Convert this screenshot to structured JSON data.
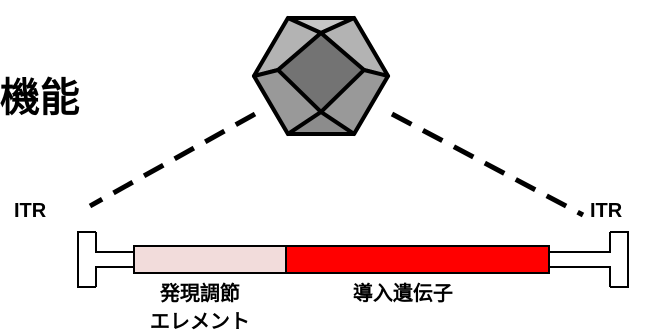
{
  "title": "機能",
  "itr_left": "ITR",
  "itr_right": "ITR",
  "regulatory_label_line1": "発現調節",
  "regulatory_label_line2": "エレメント",
  "transgene_label": "導入遺伝子",
  "colors": {
    "capsid_fill": "#a6a6a6",
    "capsid_dark": "#737373",
    "capsid_light": "#c6c6c6",
    "regulatory_fill": "#f2dcdb",
    "transgene_fill": "#ff0000",
    "line": "#000000",
    "background": "#ffffff"
  }
}
